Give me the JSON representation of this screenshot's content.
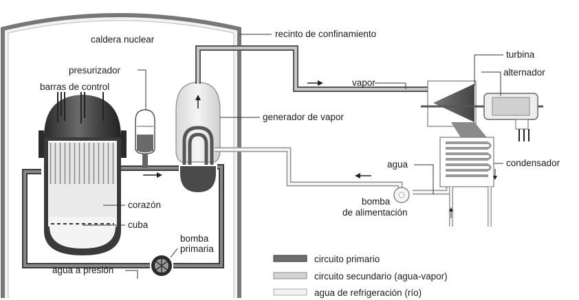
{
  "labels": {
    "caldera_nuclear": "caldera nuclear",
    "recinto": "recinto de confinamiento",
    "presurizador": "presurizador",
    "barras": "barras de control",
    "generador": "generador de vapor",
    "vapor": "vapor",
    "turbina": "turbina",
    "alternador": "alternador",
    "condensador": "condensador",
    "agua": "agua",
    "bomba_alim_1": "bomba",
    "bomba_alim_2": "de alimentación",
    "corazon": "corazón",
    "cuba": "cuba",
    "bomba_prim_1": "bomba",
    "bomba_prim_2": "primaria",
    "agua_presion": "agua a presión"
  },
  "legend": {
    "primario": "circuito primario",
    "secundario": "circuito secundario (agua-vapor)",
    "refrigeracion": "agua de refrigeración (río)"
  },
  "colors": {
    "primary_circuit": "#6e6e6e",
    "secondary_circuit": "#d4d4d4",
    "cooling_water": "#f2f2f2",
    "vessel_dark": "#3a3a3a"
  }
}
